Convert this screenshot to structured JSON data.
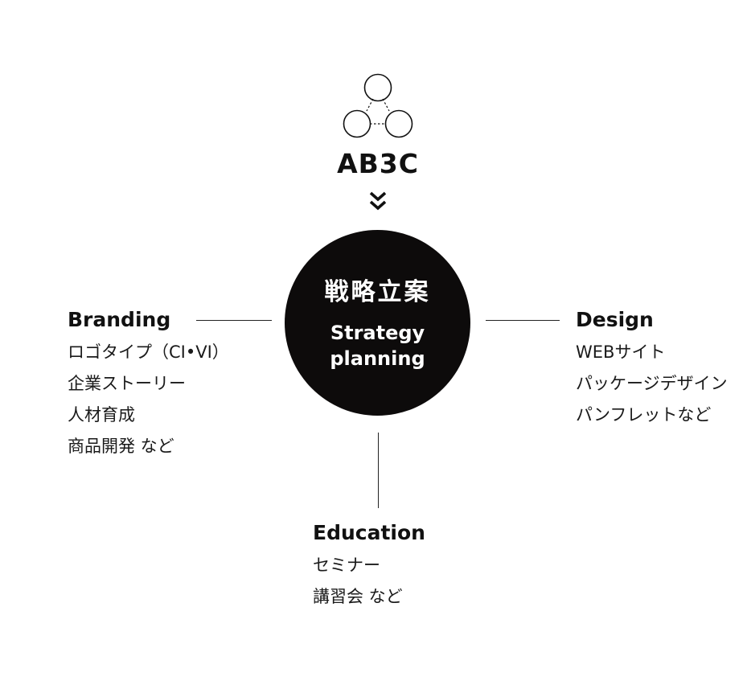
{
  "logo": {
    "name": "AB3C",
    "icon": "three-circles-icon"
  },
  "flow_icon": "double-chevron-down-icon",
  "center": {
    "jp": "戦略立案",
    "en_line1": "Strategy",
    "en_line2": "planning"
  },
  "categories": {
    "branding": {
      "title": "Branding",
      "items": [
        "ロゴタイプ（CI•VI）",
        "企業ストーリー",
        "人材育成",
        "商品開発 など"
      ]
    },
    "design": {
      "title": "Design",
      "items": [
        "WEBサイト",
        "パッケージデザイン",
        "パンフレットなど"
      ]
    },
    "education": {
      "title": "Education",
      "items": [
        "セミナー",
        "講習会 など"
      ]
    }
  },
  "colors": {
    "circle_fill": "#0d0b0b",
    "text": "#111111",
    "background": "#ffffff"
  }
}
